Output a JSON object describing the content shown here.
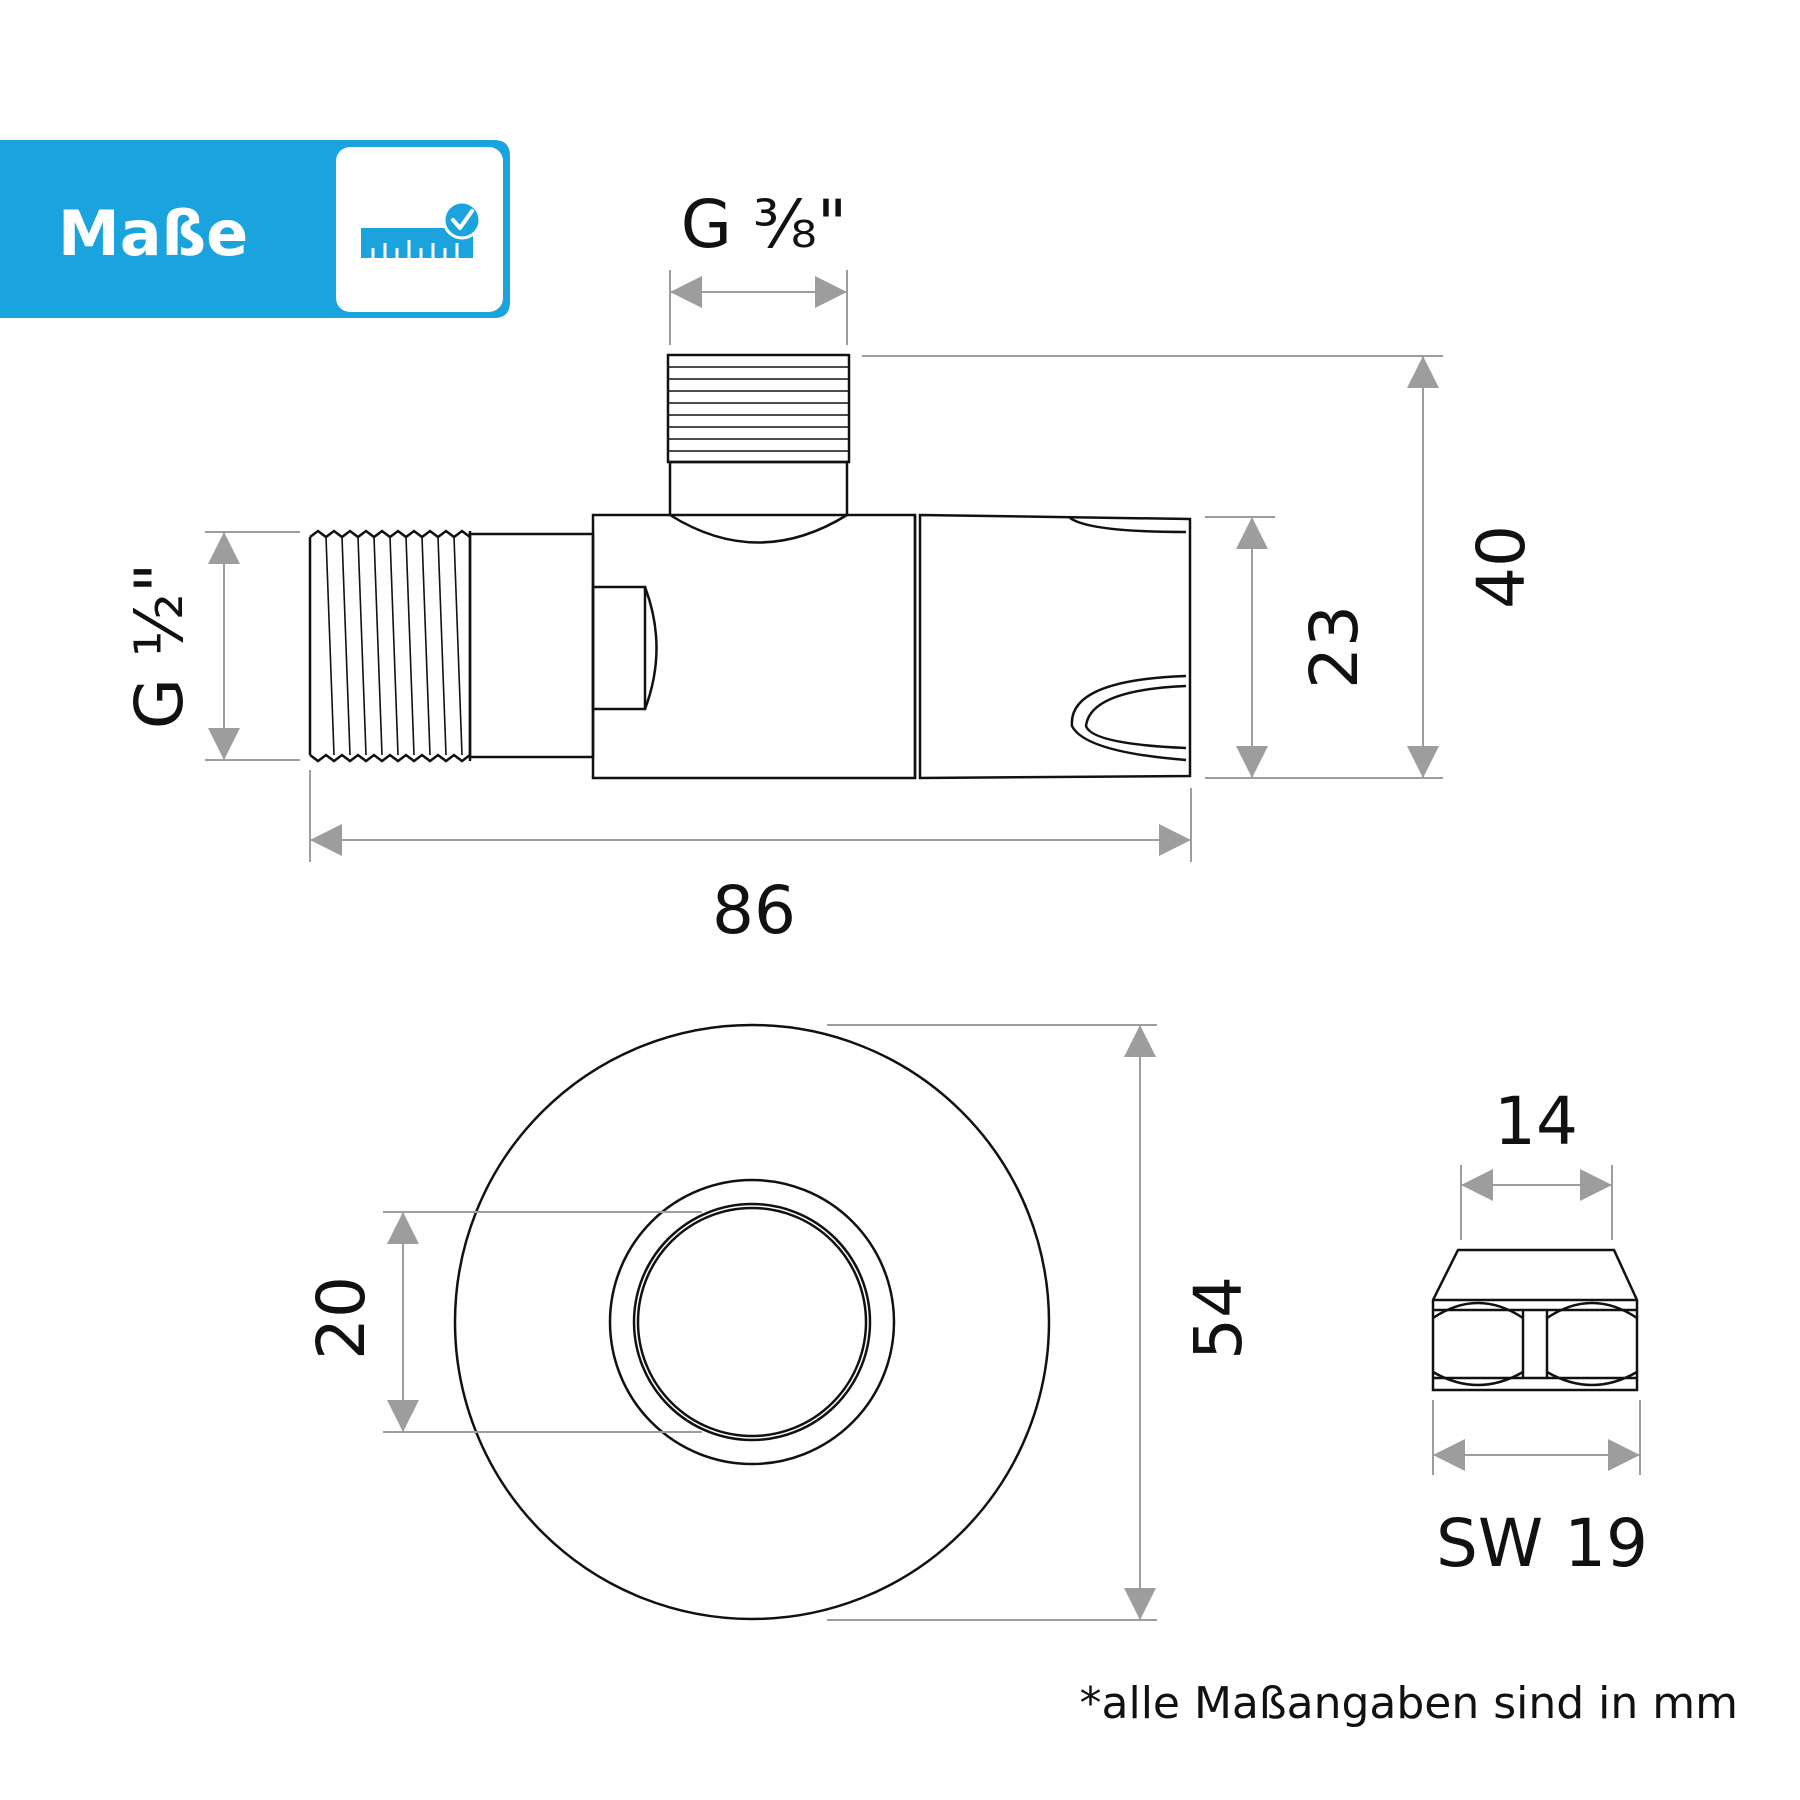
{
  "header": {
    "title": "Maße",
    "icon": "ruler-check-icon",
    "accent_color": "#1ba3dd"
  },
  "dimensions": {
    "outlet_thread": "G ⅜\"",
    "inlet_thread": "G ½\"",
    "total_length": "86",
    "body_height": "23",
    "total_height": "40",
    "rosette_inner": "20",
    "rosette_outer": "54",
    "nut_width": "14",
    "wrench_size": "SW 19"
  },
  "footnote": "*alle Maßangaben sind in mm",
  "colors": {
    "outline": "#111111",
    "dimension_line": "#9d9d9d"
  }
}
